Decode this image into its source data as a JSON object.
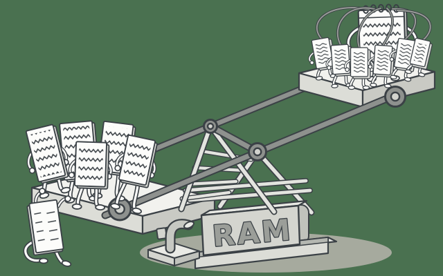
{
  "illustration": {
    "alt": "Cartoon seesaw balanced on a block labeled RAM: a crowd of heavy page-tab characters weighs down the left platform while page-tabs wired to one central stacked notepad ride high on the right platform; one extra tab climbs onto the heavy side",
    "ram_label": "RAM",
    "left_group": {
      "standing_tabs": 5,
      "climbing_tabs": 1
    },
    "right_group": {
      "small_tabs": 6,
      "notepad_hubs": 1,
      "wires": 6
    },
    "colors": {
      "background": "#4a7150",
      "outline": "#3b4146",
      "paper": "#fcfcfa",
      "paper_shade": "#dcddd8",
      "platform_top": "#f2f2ee",
      "platform_front": "#dcddd7",
      "platform_side": "#c9cac4",
      "metal": "#8e918e",
      "metal_light": "#c6c8c2",
      "structure": "#e3e4df",
      "base_front": "#d4d5cf",
      "base_top": "#e9eae5",
      "base_side": "#c0c2bc",
      "shadow": "#a6aa9e",
      "ram_letters": "#9b9e99",
      "wire": "#9a9d99"
    }
  }
}
